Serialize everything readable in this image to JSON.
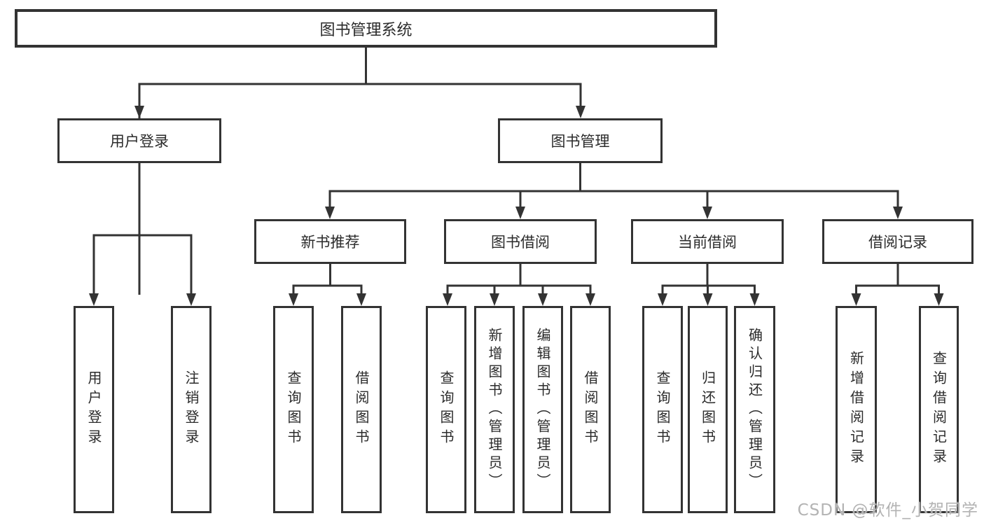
{
  "tree": {
    "root": {
      "label": "图书管理系统"
    },
    "branches": [
      {
        "label": "用户登录",
        "children": [
          {
            "label": "用户登录"
          },
          {
            "label": "注销登录"
          }
        ]
      },
      {
        "label": "图书管理",
        "children": [
          {
            "label": "新书推荐",
            "children": [
              {
                "label": "查询图书"
              },
              {
                "label": "借阅图书"
              }
            ]
          },
          {
            "label": "图书借阅",
            "children": [
              {
                "label": "查询图书"
              },
              {
                "label": "新增图书（管理员）"
              },
              {
                "label": "编辑图书（管理员）"
              },
              {
                "label": "借阅图书"
              }
            ]
          },
          {
            "label": "当前借阅",
            "children": [
              {
                "label": "查询图书"
              },
              {
                "label": "归还图书"
              },
              {
                "label": "确认归还（管理员）"
              }
            ]
          },
          {
            "label": "借阅记录",
            "children": [
              {
                "label": "新增借阅记录"
              },
              {
                "label": "查询借阅记录"
              }
            ]
          }
        ]
      }
    ]
  },
  "watermark": {
    "text": "CSDN @软件_小贺同学"
  },
  "colors": {
    "line": "#333333",
    "box_border": "#333333",
    "box_fill": "#ffffff",
    "text": "#2b2b2b",
    "watermark": "#b3b3b3"
  }
}
